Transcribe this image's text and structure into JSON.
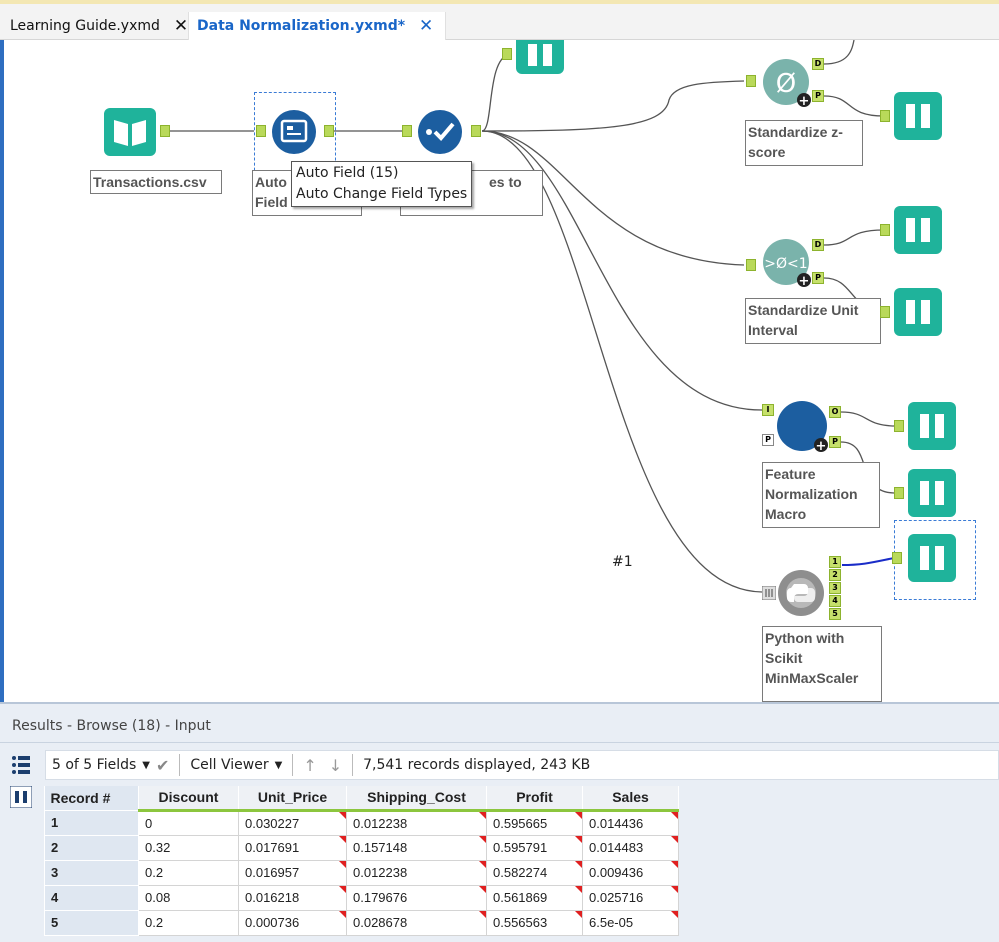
{
  "tabs": [
    {
      "label": "Learning Guide.yxmd",
      "active": false
    },
    {
      "label": "Data Normalization.yxmd*",
      "active": true
    }
  ],
  "canvas": {
    "nodes": {
      "input": {
        "label": "Transactions.csv",
        "icon": "book-icon"
      },
      "autofield": {
        "label_line1": "Auto",
        "label_line2": "Field",
        "icon": "auto-field-icon"
      },
      "select": {
        "label_tail": "es to",
        "icon": "select-check-icon"
      },
      "zscore": {
        "label_line1": "Standardize z-",
        "label_line2": "score",
        "icon_text": "Ø"
      },
      "unit": {
        "label_line1": "Standardize Unit",
        "label_line2": "Interval",
        "icon_text": ">Ø<1"
      },
      "macro": {
        "label_line1": "Feature",
        "label_line2": "Normalization",
        "label_line3": "Macro"
      },
      "python": {
        "label_line1": "Python with",
        "label_line2": "Scikit",
        "label_line3": "MinMaxScaler",
        "outputs": [
          "1",
          "2",
          "3",
          "4",
          "5"
        ]
      }
    },
    "anchor_letters": {
      "d": "D",
      "p": "P",
      "i": "I",
      "o": "O"
    },
    "tooltip": {
      "line1": "Auto Field (15)",
      "line2": "Auto Change Field Types"
    },
    "wire_tag": "#1"
  },
  "results": {
    "title": "Results - Browse (18) - Input",
    "toolbar": {
      "fields": "5 of 5 Fields",
      "viewer": "Cell Viewer",
      "status": "7,541 records displayed, 243 KB"
    },
    "columns": [
      "Record #",
      "Discount",
      "Unit_Price",
      "Shipping_Cost",
      "Profit",
      "Sales"
    ],
    "rows": [
      [
        "1",
        "0",
        "0.030227",
        "0.012238",
        "0.595665",
        "0.014436"
      ],
      [
        "2",
        "0.32",
        "0.017691",
        "0.157148",
        "0.595791",
        "0.014483"
      ],
      [
        "3",
        "0.2",
        "0.016957",
        "0.012238",
        "0.582274",
        "0.009436"
      ],
      [
        "4",
        "0.08",
        "0.016218",
        "0.179676",
        "0.561869",
        "0.025716"
      ],
      [
        "5",
        "0.2",
        "0.000736",
        "0.028678",
        "0.556563",
        "6.5e-05"
      ]
    ]
  },
  "colors": {
    "accent": "#1a66c8",
    "browse": "#1fb39b",
    "standardize": "#7ab3ab",
    "macro": "#1c5ea0",
    "anchor": "#b9d95a"
  }
}
